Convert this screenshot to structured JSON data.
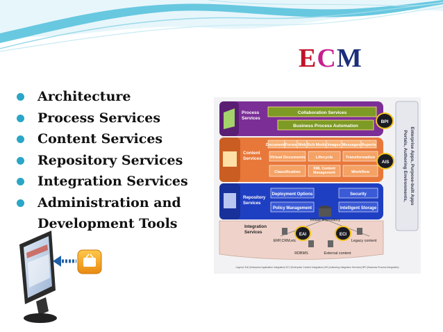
{
  "slide": {
    "title_parts": [
      {
        "text": "E",
        "color": "#c0142a"
      },
      {
        "text": "C",
        "color": "#c8208c"
      },
      {
        "text": "M",
        "color": "#1c2e7a"
      }
    ],
    "bullets": [
      {
        "line1": "Architecture"
      },
      {
        "line1": "Process Services"
      },
      {
        "line1": "Content Services"
      },
      {
        "line1": "Repository Services"
      },
      {
        "line1": "Integration Services"
      },
      {
        "line1": "Administration and",
        "line2": "Development Tools"
      }
    ],
    "colors": {
      "bullet": "#2aa6c7",
      "wave": "#5cc6e0"
    }
  },
  "diagram": {
    "process": {
      "label_l1": "Process",
      "label_l2": "Services",
      "collab": "Collaboration Services",
      "bpa": "Business Process Automation",
      "badge": "BPI"
    },
    "content": {
      "label_l1": "Content",
      "label_l2": "Services",
      "tabs": [
        "Documents",
        "Forms",
        "Web",
        "Rich Media",
        "Images",
        "Messages",
        "Reports"
      ],
      "boxes": [
        "Virtual Documents",
        "Lifecycle",
        "Transformation",
        "Classification",
        "XML Content Management",
        "Workflow"
      ],
      "badge": "AIS"
    },
    "repository": {
      "label_l1": "Repository",
      "label_l2": "Services",
      "boxes": [
        "Deployment Options",
        "Security",
        "Policy Management",
        "Intelligent Storage"
      ]
    },
    "integration": {
      "label_l1": "Integration",
      "label_l2": "Services",
      "virtual_repository": "Virtual Repository",
      "eai": "EAI",
      "eci": "ECI",
      "erp": "ERP,CRM,etc",
      "legacy": "Legacy content",
      "rdbms": "RDBMS",
      "external": "External content"
    },
    "side": {
      "line1": "Portals, Authoring Environments,",
      "line2": "Enterprise Apps, Purpose-built Apps"
    },
    "legend": "Legend: EAI (Enterprise Application Integration) ECI (Enterprise Content Integration) AIS (Authoring Integration Services) BPI (Business Process Integration)"
  }
}
